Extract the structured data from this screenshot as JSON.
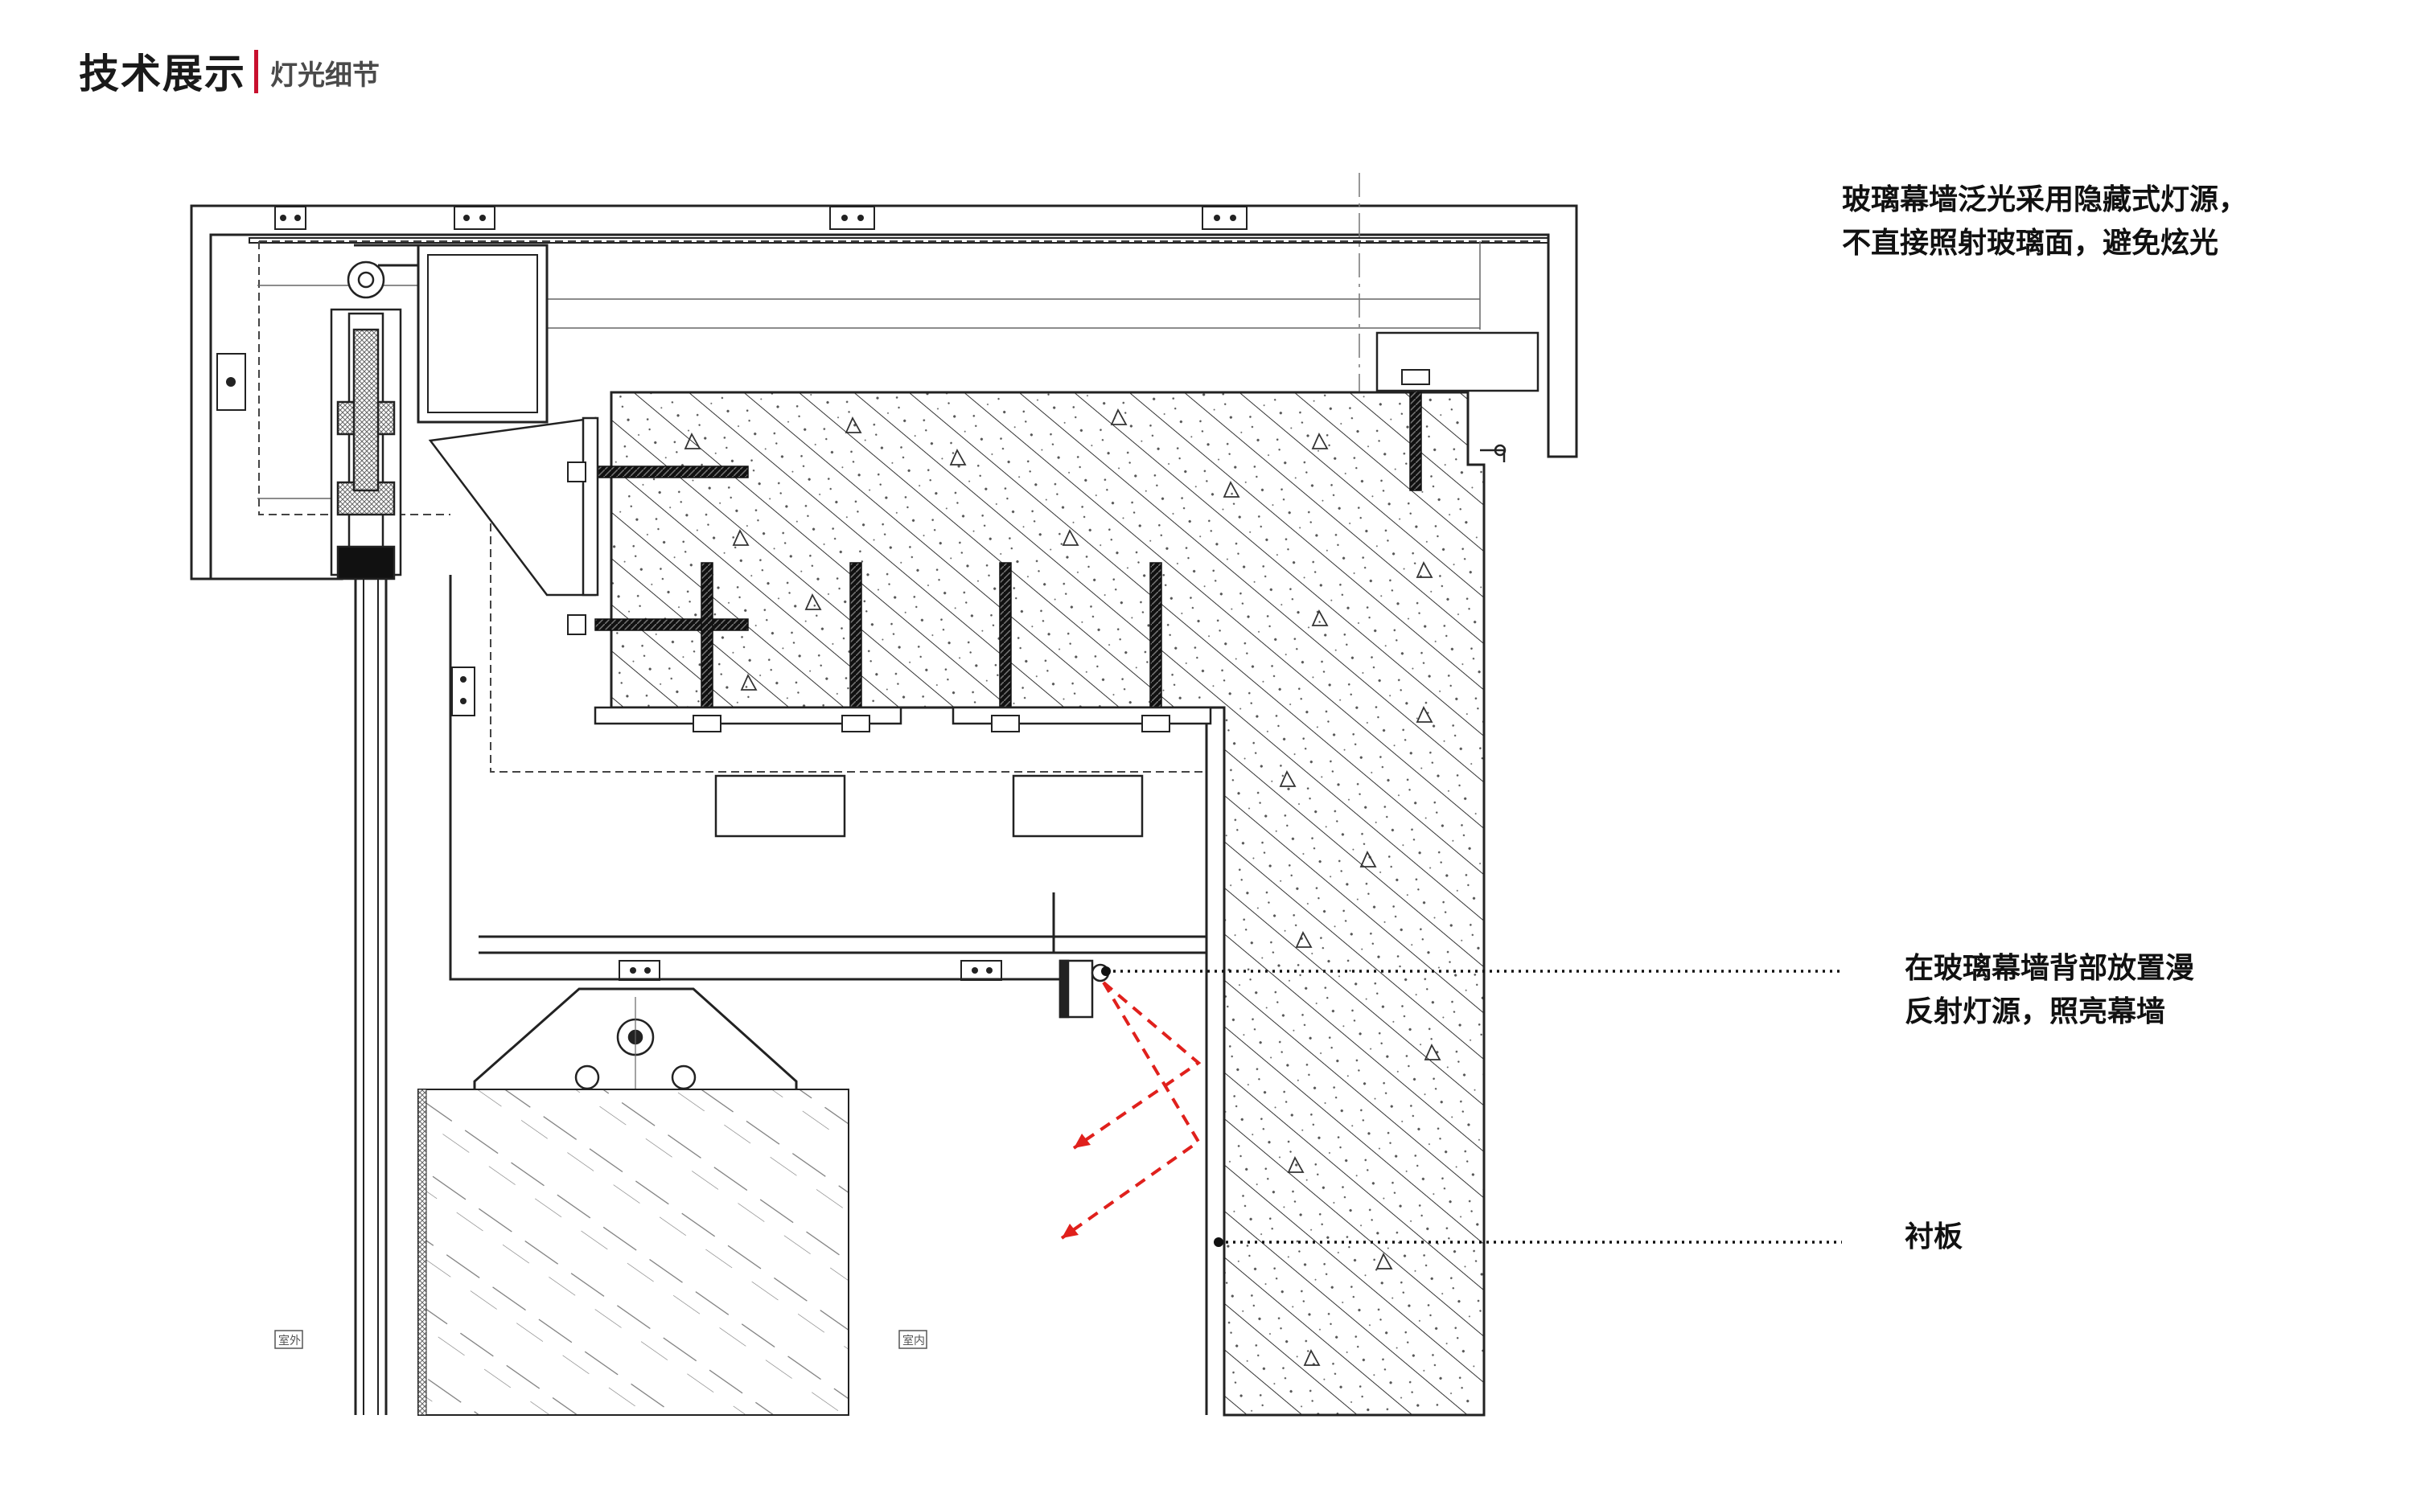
{
  "header": {
    "title": "技术展示",
    "subtitle": "灯光细节"
  },
  "annotations": {
    "top_note_line1": "玻璃幕墙泛光采用隐藏式灯源，",
    "top_note_line2": "不直接照射玻璃面，避免炫光",
    "light_note_line1": "在玻璃幕墙背部放置漫",
    "light_note_line2": "反射灯源，照亮幕墙",
    "lining_label": "衬板"
  },
  "room_labels": {
    "outdoor": "室外",
    "indoor": "室内"
  },
  "colors": {
    "accent": "#c8102e",
    "light_ray": "#e0201c",
    "line": "#222222"
  }
}
